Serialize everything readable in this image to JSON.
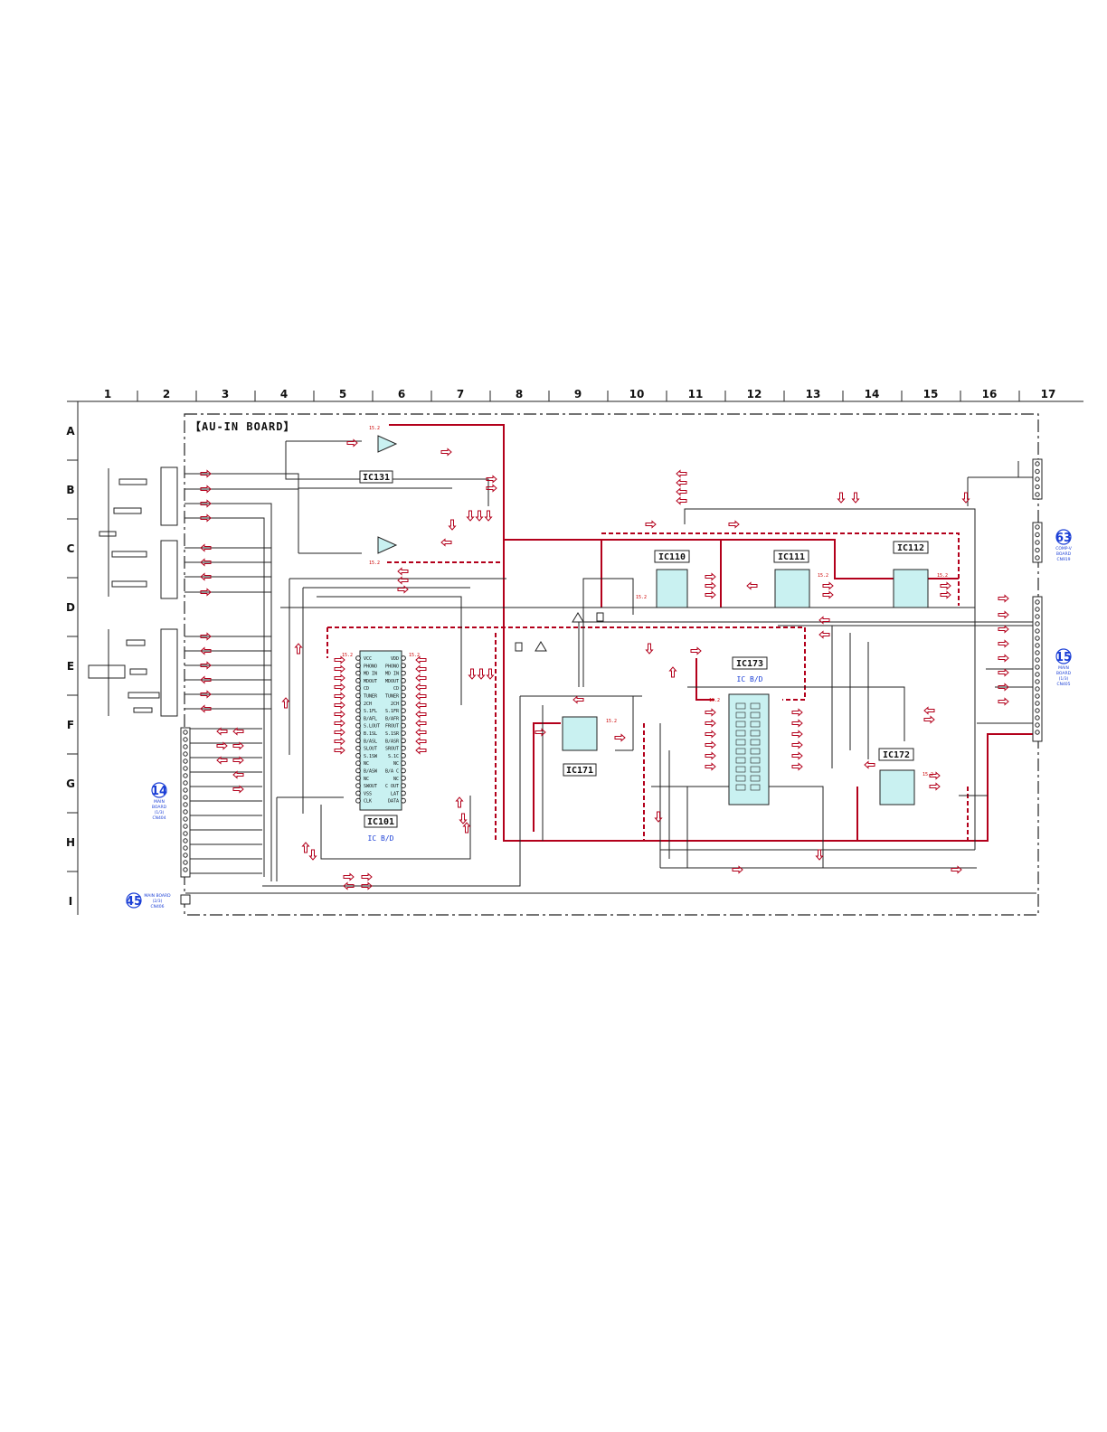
{
  "board": {
    "title": "【AU-IN BOARD】"
  },
  "grid": {
    "columns": [
      "1",
      "2",
      "3",
      "4",
      "5",
      "6",
      "7",
      "8",
      "9",
      "10",
      "11",
      "12",
      "13",
      "14",
      "15",
      "16",
      "17"
    ],
    "rows": [
      "A",
      "B",
      "C",
      "D",
      "E",
      "F",
      "G",
      "H",
      "I"
    ]
  },
  "ics": [
    {
      "id": "ic131",
      "label": "IC131"
    },
    {
      "id": "ic110",
      "label": "IC110"
    },
    {
      "id": "ic111",
      "label": "IC111"
    },
    {
      "id": "ic112",
      "label": "IC112"
    },
    {
      "id": "ic173",
      "label": "IC173",
      "sub": "IC B/D"
    },
    {
      "id": "ic171",
      "label": "IC171"
    },
    {
      "id": "ic172",
      "label": "IC172"
    },
    {
      "id": "ic101",
      "label": "IC101",
      "sub": "IC B/D"
    }
  ],
  "connectors": [
    {
      "id": "c63",
      "num": "63",
      "lines": [
        "COMP-V",
        "BOARD",
        "CN919"
      ]
    },
    {
      "id": "c15",
      "num": "15",
      "lines": [
        "MAIN",
        "BOARD",
        "(1/3)",
        "CN405"
      ]
    },
    {
      "id": "c14",
      "num": "14",
      "lines": [
        "MAIN",
        "BOARD",
        "(1/3)",
        "CN404"
      ]
    },
    {
      "id": "c45",
      "num": "45",
      "lines": [
        "MAIN BOARD",
        "(2/3)",
        "CN406"
      ]
    }
  ],
  "ic101_pins_left": [
    "VCC",
    "PHONO",
    "MD IN",
    "MDOUT",
    "CD",
    "TUNER",
    "2CH",
    "S.1FL",
    "B/AFL",
    "S.LOUT",
    "B.1SL",
    "B/ASL",
    "SLOUT",
    "S.1SW",
    "NC",
    "B/ASW",
    "NC",
    "SWOUT",
    "VSS",
    "CLK"
  ],
  "ic101_pins_right": [
    "VDD",
    "PHONO",
    "MD IN",
    "MDOUT",
    "CD",
    "TUNER",
    "2CH",
    "S.1FR",
    "B/AFR",
    "FROUT",
    "S.1SR",
    "B/ASR",
    "SROUT",
    "S.1C",
    "NC",
    "B/A C",
    "NC",
    "C OUT",
    "LAT",
    "DATA"
  ],
  "voltage_label": "15.2",
  "colors": {
    "wire": "#222222",
    "power": "#b3001b",
    "ic_fill": "#c9f1f1",
    "label_blue": "#1b3fd6"
  }
}
